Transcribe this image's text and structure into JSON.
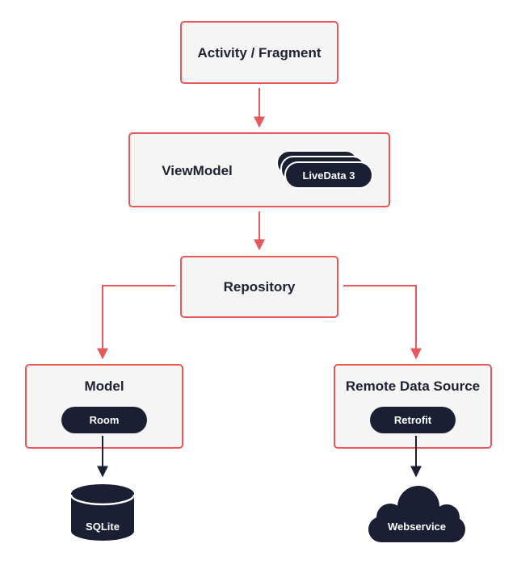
{
  "colors": {
    "box_border": "#e8585a",
    "box_fill": "#f5f5f5",
    "pill_fill": "#1b1f33",
    "arrow_red": "#e8585a",
    "arrow_dark": "#1b1f33",
    "text_dark": "#1f2233"
  },
  "nodes": {
    "activity": "Activity / Fragment",
    "viewmodel": "ViewModel",
    "livedata": "LiveData 3",
    "repository": "Repository",
    "model": "Model",
    "room": "Room",
    "remote": "Remote Data Source",
    "retrofit": "Retrofit",
    "sqlite": "SQLite",
    "webservice": "Webservice"
  },
  "icons": {
    "sqlite": "database-icon",
    "webservice": "cloud-icon"
  }
}
